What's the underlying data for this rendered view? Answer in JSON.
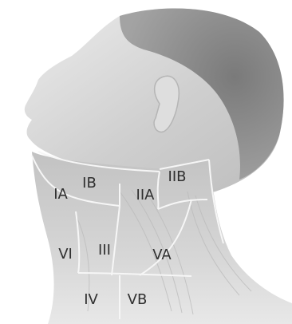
{
  "diagram": {
    "levels": [
      {
        "id": "IA",
        "label": "IA"
      },
      {
        "id": "IB",
        "label": "IB"
      },
      {
        "id": "IIA",
        "label": "IIA"
      },
      {
        "id": "IIB",
        "label": "IIB"
      },
      {
        "id": "III",
        "label": "III"
      },
      {
        "id": "IV",
        "label": "IV"
      },
      {
        "id": "VA",
        "label": "VA"
      },
      {
        "id": "VB",
        "label": "VB"
      },
      {
        "id": "VI",
        "label": "VI"
      }
    ]
  },
  "colors": {
    "skin_light": "#e6e6e6",
    "skin_mid": "#c8c8c8",
    "hair": "#8a8a8a",
    "boundary": "#f4f4f4",
    "label": "#2f2f2f"
  }
}
